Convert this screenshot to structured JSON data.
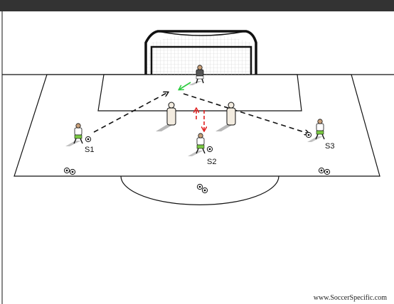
{
  "players": {
    "s1": "S1",
    "s2": "S2",
    "s3": "S3"
  },
  "credit": "www.SoccerSpecific.com",
  "colors": {
    "pass_arrow": "#111111",
    "movement_arrow": "#e02020",
    "keeper_arrow": "#2ecc40",
    "shirt": "#ffffff",
    "shorts": "#7ac943",
    "mannequin": "#f3ece0",
    "field_line": "#111111"
  },
  "icons": [
    "soccer-ball-icon",
    "goal-icon",
    "mannequin-icon",
    "player-icon",
    "goalkeeper-icon"
  ]
}
